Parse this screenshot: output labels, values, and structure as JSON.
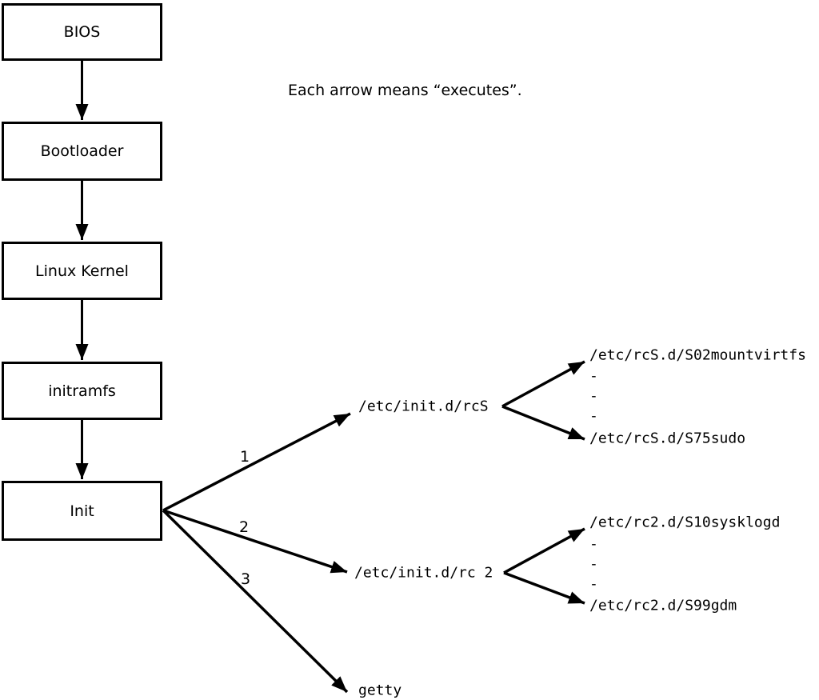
{
  "caption": "Each arrow means “executes”.",
  "boxes": [
    {
      "label": "BIOS"
    },
    {
      "label": "Bootloader"
    },
    {
      "label": "Linux Kernel"
    },
    {
      "label": "initramfs"
    },
    {
      "label": "Init"
    }
  ],
  "branches": [
    {
      "order": "1",
      "target": "/etc/init.d/rcS",
      "scripts": {
        "first": "/etc/rcS.d/S02mountvirtfs",
        "dots": [
          "-",
          "-",
          "-"
        ],
        "last": "/etc/rcS.d/S75sudo"
      }
    },
    {
      "order": "2",
      "target": "/etc/init.d/rc 2",
      "scripts": {
        "first": "/etc/rc2.d/S10sysklogd",
        "dots": [
          "-",
          "-",
          "-"
        ],
        "last": "/etc/rc2.d/S99gdm"
      }
    },
    {
      "order": "3",
      "target": "getty"
    }
  ],
  "colors": {
    "line": "#000000",
    "background": "#ffffff",
    "text": "#000000"
  }
}
